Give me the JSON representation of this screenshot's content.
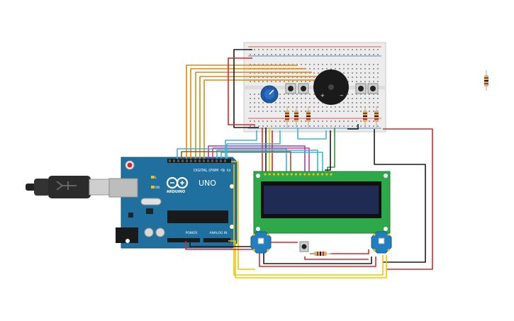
{
  "arduino": {
    "brand": "ARDUINO",
    "model": "UNO",
    "header_digital": "DIGITAL (PWM ~)",
    "header_power": "POWER",
    "header_analog": "ANALOG IN",
    "pin_tx": "TX",
    "pin_rx": "RX",
    "label_l": "L",
    "label_on": "ON"
  },
  "lcd": {
    "rows": 2,
    "cols": 16,
    "pin_count": 16
  },
  "breadboard": {
    "type": "half"
  },
  "buzzer": {
    "plus": "+",
    "minus": "−"
  },
  "colors": {
    "wire_red": "#d62728",
    "wire_black": "#1a1a1a",
    "wire_orange": "#d88a12",
    "wire_yellow": "#f2c300",
    "wire_green": "#2fa02f",
    "wire_blue": "#38b6d8",
    "wire_purple": "#a23fb0",
    "wire_pink": "#e0318f",
    "wire_brown": "#9a5a1a",
    "arduino_board": "#1f6f9f",
    "lcd_board": "#2da94a",
    "lcd_screen": "#1f2b52",
    "breakout_board": "#1f7fc0",
    "breadboard": "#ececec"
  }
}
